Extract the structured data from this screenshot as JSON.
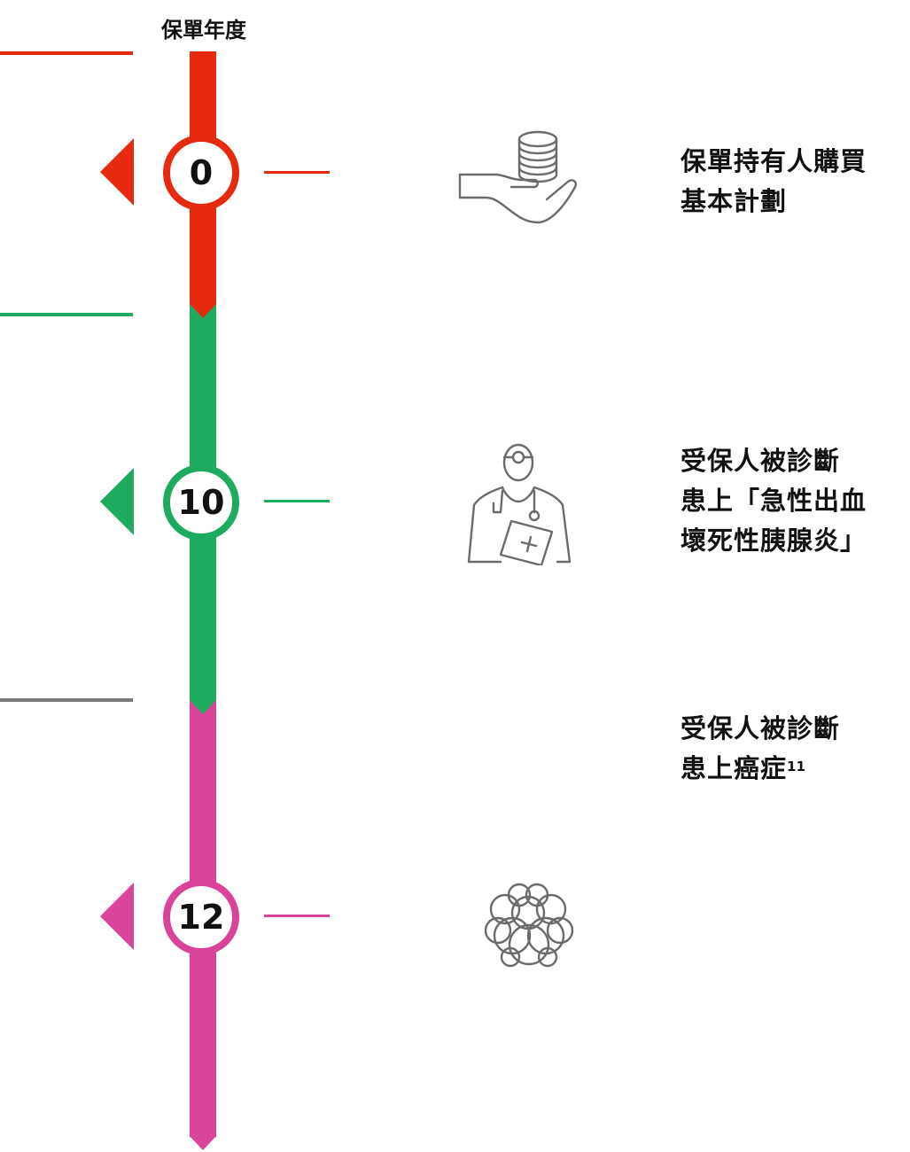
{
  "axis_title": "保單年度",
  "colors": {
    "red": "#e62a10",
    "green": "#1eab5f",
    "gray": "#7a7a7a",
    "pink": "#d9449a",
    "icon": "#6b6b6b"
  },
  "milestones": [
    {
      "year": "0",
      "lines": [
        "保單持有人購買",
        "基本計劃"
      ],
      "sup": "",
      "icon": "hand-coins-icon",
      "color": "red"
    },
    {
      "year": "10",
      "lines": [
        "受保人被診斷",
        "患上「急性出血",
        "壞死性胰腺炎」"
      ],
      "sup": "",
      "icon": "doctor-icon",
      "color": "green"
    },
    {
      "year": "12",
      "lines": [
        "受保人被診斷",
        "患上癌症"
      ],
      "sup": "11",
      "icon": "cells-icon",
      "color": "pink"
    }
  ]
}
